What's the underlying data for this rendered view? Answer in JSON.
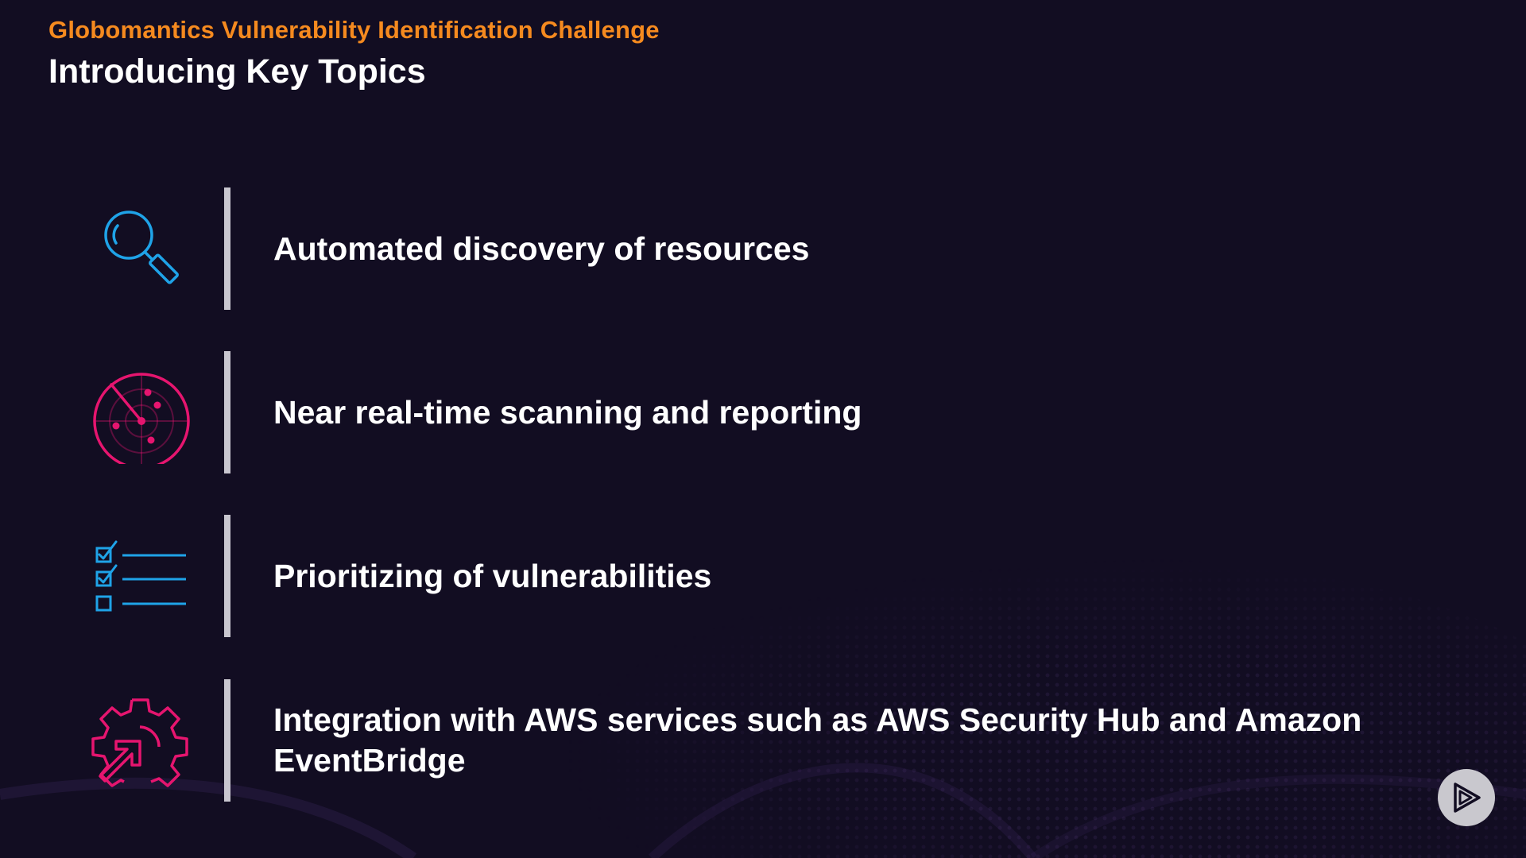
{
  "header": {
    "kicker": "Globomantics Vulnerability Identification Challenge",
    "title": "Introducing Key Topics"
  },
  "topics": [
    {
      "icon": "magnifier-icon",
      "text": "Automated discovery of resources"
    },
    {
      "icon": "radar-icon",
      "text": "Near real-time scanning and reporting"
    },
    {
      "icon": "checklist-icon",
      "text": "Prioritizing of vulnerabilities"
    },
    {
      "icon": "gear-arrow-icon",
      "text": "Integration with AWS services such as AWS Security Hub and Amazon EventBridge"
    }
  ],
  "colors": {
    "background": "#120d22",
    "accent_orange": "#f58a1f",
    "icon_blue": "#1fa3e8",
    "icon_pink": "#e6156f",
    "divider": "#c8c6cf"
  },
  "brand": {
    "logo_icon": "pluralsight-play-icon"
  }
}
